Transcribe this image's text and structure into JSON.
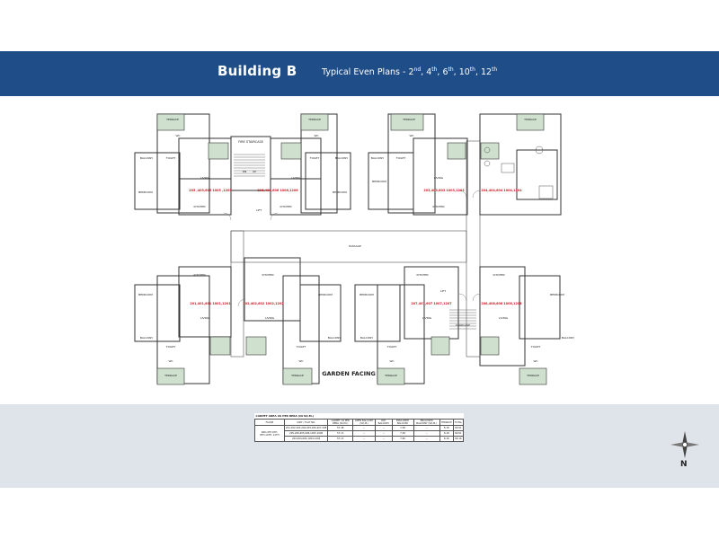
{
  "header": {
    "title": "Building B",
    "subtitle_prefix": "Typical Even Plans - ",
    "floors": [
      {
        "num": "2",
        "suffix": "nd"
      },
      {
        "num": "4",
        "suffix": "th"
      },
      {
        "num": "6",
        "suffix": "th"
      },
      {
        "num": "10",
        "suffix": "th"
      },
      {
        "num": "12",
        "suffix": "th"
      }
    ]
  },
  "plan": {
    "labels": {
      "garden_facing": "GARDEN FACING",
      "fire_staircase": "FIRE STAIRCASE",
      "staircase": "STAIRCASE",
      "lift": "LIFT",
      "up": "UP",
      "dn": "DN",
      "terrace": "TERRACE",
      "balcony": "BALCONY",
      "bedroom": "BEDROOM",
      "living": "LIVING",
      "kitchen": "KITCHEN",
      "toilet": "TOILET",
      "wc": "WC",
      "passage": "PASSAGE"
    },
    "unit_codes": [
      "205 ,405,605 1005 ,1205",
      "206,406,606 1006,1206",
      "203,403,603 1003,1203",
      "204,404,604 1004,1204",
      "201,401,601 1001,1201",
      "202,402,602 1002,1202",
      "207,407,607 1007,1207",
      "208,408,608 1008,1208"
    ],
    "colors": {
      "wall": "#333333",
      "terrace": "#cfe0cf",
      "unit_code": "#d0202a",
      "banner": "#1f4d87"
    }
  },
  "table": {
    "caption": "CARPET AREA AS PER RERA (IN SQ.M.)",
    "headers": [
      "FLOOR",
      "UNIT / FLAT NO.",
      "CARPET AS PER RERA (SQ.M.)",
      "OPEN BALCONY (SQ.M.)",
      "DRY BALCONY",
      "ENCLOSED BALCONY",
      "ENCLOSED BALCONY (SQ.M.)",
      "TERRACE",
      "TOTAL"
    ],
    "floor_label": "2ND,4TH,6TH, 8TH,10TH, 12TH",
    "rows": [
      {
        "units": "201,202,203,204,205,206,207,208",
        "carpet": "57.48",
        "open": "--",
        "dry": "--",
        "enc": "7.28",
        "enc2": "--",
        "terrace": "8.18",
        "total": "69.61"
      },
      {
        "units": "205,206,605,606,1005,1006",
        "carpet": "57.13",
        "open": "--",
        "dry": "--",
        "enc": "7.28",
        "enc2": "--",
        "terrace": "8.18",
        "total": "69.61"
      },
      {
        "units": "204,404,604,1004,1204",
        "carpet": "57.13",
        "open": "--",
        "dry": "--",
        "enc": "7.60",
        "enc2": "--",
        "terrace": "8.18",
        "total": "69.16"
      }
    ]
  },
  "compass": {
    "label": "N"
  }
}
